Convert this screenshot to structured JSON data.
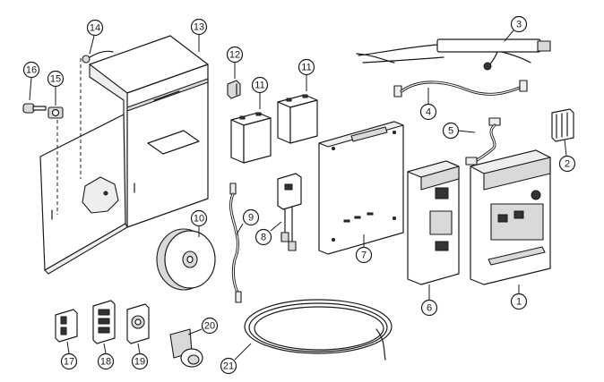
{
  "callouts": [
    {
      "id": "1",
      "label": "1"
    },
    {
      "id": "2",
      "label": "2"
    },
    {
      "id": "3",
      "label": "3"
    },
    {
      "id": "4",
      "label": "4"
    },
    {
      "id": "5",
      "label": "5"
    },
    {
      "id": "6",
      "label": "6"
    },
    {
      "id": "7",
      "label": "7"
    },
    {
      "id": "8",
      "label": "8"
    },
    {
      "id": "9",
      "label": "9"
    },
    {
      "id": "10",
      "label": "10"
    },
    {
      "id": "11a",
      "label": "11"
    },
    {
      "id": "11b",
      "label": "11"
    },
    {
      "id": "12",
      "label": "12"
    },
    {
      "id": "13",
      "label": "13"
    },
    {
      "id": "14",
      "label": "14"
    },
    {
      "id": "15",
      "label": "15"
    },
    {
      "id": "16",
      "label": "16"
    },
    {
      "id": "17",
      "label": "17"
    },
    {
      "id": "18",
      "label": "18"
    },
    {
      "id": "19",
      "label": "19"
    },
    {
      "id": "20",
      "label": "20"
    },
    {
      "id": "21",
      "label": "21"
    }
  ],
  "colors": {
    "line": "#1a1a1a",
    "fill_gray": "#d9d9d9",
    "background": "#ffffff"
  }
}
